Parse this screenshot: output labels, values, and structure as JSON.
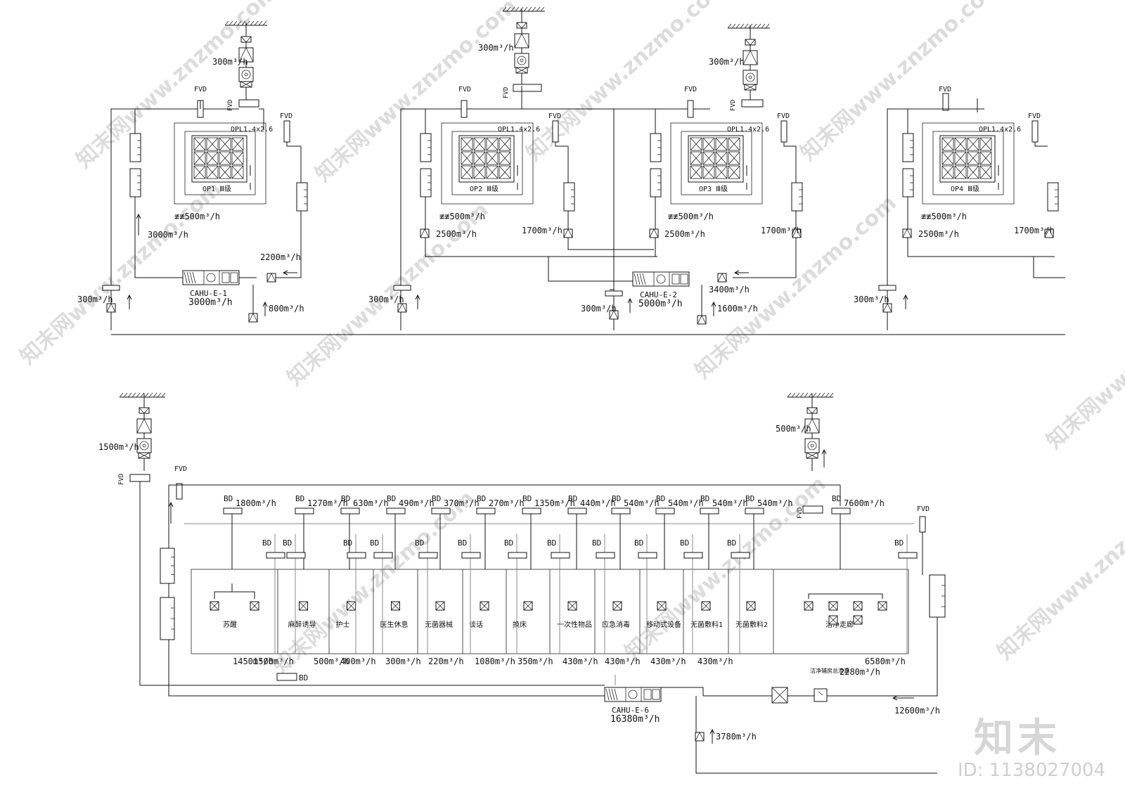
{
  "watermark": {
    "text": "知末网www.znzmo.com",
    "brand": "知末",
    "id": "ID: 1138027004"
  },
  "labels": {
    "fvd": "FVD",
    "bd": "BD",
    "opl": "OPL1.4x2.6"
  },
  "top_units": [
    {
      "room": "OP1 Ⅲ级",
      "supply": "300m³/h",
      "return_left": "3000m³/h",
      "return_main": "2200m³/h",
      "exhaust": "800m³/h",
      "side_exhaust": "300m³/h",
      "outlet": "≢≢500m³/h",
      "ahu": "CAHU-E-1",
      "ahu_flow": "3000m³/h"
    },
    {
      "room": "OP2 Ⅲ级",
      "supply": "300m³/h",
      "return_left": "2500m³/h",
      "return_right": "1700m³/h",
      "side_exhaust": "300m³/h",
      "outlet": "≢≢500m³/h"
    },
    {
      "room": "OP3 Ⅲ级",
      "supply": "300m³/h",
      "return_left": "2500m³/h",
      "return_right": "1700m³/h",
      "outlet": "≢≢500m³/h",
      "ahu": "CAHU-E-2",
      "ahu_flow": "5000m³/h",
      "return_main": "3400m³/h",
      "exhaust": "1600m³/h",
      "side_exhaust": "300m³/h"
    },
    {
      "room": "OP4 Ⅲ级",
      "return_left": "2500m³/h",
      "return_right": "1700m³/h",
      "side_exhaust": "300m³/h",
      "outlet": "≢≢500m³/h"
    }
  ],
  "bottom": {
    "fresh_left": "1500m³/h",
    "fresh_right": "500m³/h",
    "supply_flows": [
      "1800m³/h",
      "1270m³/h",
      "630m³/h",
      "490m³/h",
      "370m³/h",
      "270m³/h",
      "1350m³/h",
      "440m³/h",
      "540m³/h",
      "540m³/h",
      "540m³/h",
      "540m³/h",
      "7600m³/h"
    ],
    "rooms": [
      "苏醒",
      "麻醉诱导",
      "护士",
      "医生休息",
      "无菌器械",
      "谈话",
      "换床",
      "一次性物品",
      "应急消毒",
      "移动式设备",
      "无菌敷料1",
      "无菌敷料2",
      "洁净走廊"
    ],
    "return_flows": [
      "1450m³/h",
      "1500m³/h",
      "500m³/h",
      "400m³/h",
      "300m³/h",
      "220m³/h",
      "1080m³/h",
      "350m³/h",
      "430m³/h",
      "430m³/h",
      "430m³/h",
      "430m³/h",
      "6580m³/h"
    ],
    "corridor_note": "洁净辅房总渗漏",
    "corridor_flow": "2280m³/h",
    "ahu": "CAHU-E-6",
    "ahu_flow": "16380m³/h",
    "exhaust": "3780m³/h",
    "main_return": "12600m³/h"
  }
}
